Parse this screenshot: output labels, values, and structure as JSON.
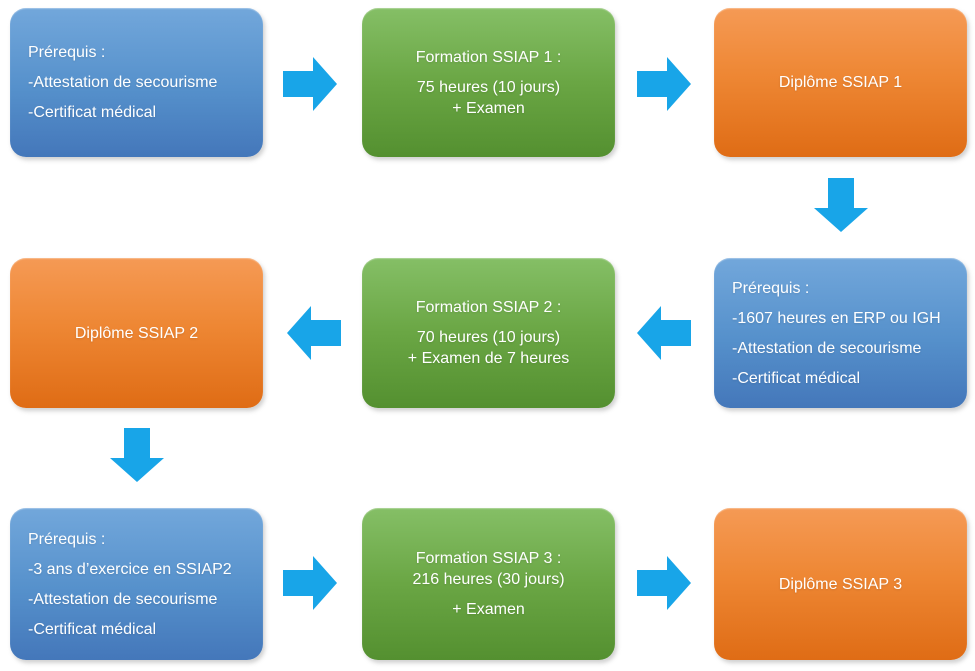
{
  "colors": {
    "prerequis_gradient_top": "#72a7db",
    "prerequis_gradient_bottom": "#4477ba",
    "formation_gradient_top": "#85bf66",
    "formation_gradient_bottom": "#549030",
    "diplome_gradient_top": "#f59a55",
    "diplome_gradient_bottom": "#df6c15",
    "arrow": "#18a5e8",
    "text": "#ffffff",
    "background": "#ffffff"
  },
  "arrows": [
    "right",
    "right",
    "down",
    "left",
    "left",
    "down",
    "right",
    "right"
  ],
  "flow": {
    "row1": {
      "prerequis": [
        "Prérequis :",
        "-Attestation de secourisme",
        "-Certificat médical"
      ],
      "formation": {
        "title": "Formation SSIAP 1 :",
        "details": [
          "75 heures (10 jours)",
          "+ Examen"
        ]
      },
      "diplome": "Diplôme SSIAP 1"
    },
    "row2": {
      "prerequis": [
        "Prérequis :",
        "-1607 heures en ERP ou IGH",
        "-Attestation de secourisme",
        "-Certificat médical"
      ],
      "formation": {
        "title": "Formation SSIAP 2 :",
        "details": [
          "70 heures (10 jours)",
          "+ Examen de 7 heures"
        ]
      },
      "diplome": "Diplôme SSIAP 2"
    },
    "row3": {
      "prerequis": [
        "Prérequis :",
        "-3 ans d’exercice en SSIAP2",
        "-Attestation de secourisme",
        "-Certificat médical"
      ],
      "formation": {
        "title": "Formation SSIAP 3 :",
        "subtitle": "216 heures (30 jours)",
        "exam": "+ Examen"
      },
      "diplome": "Diplôme SSIAP 3"
    }
  }
}
